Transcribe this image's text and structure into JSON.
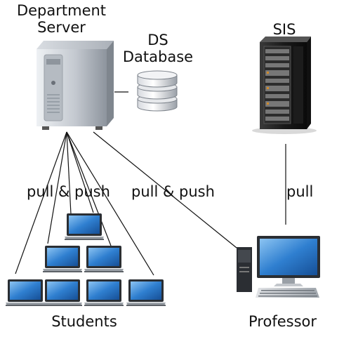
{
  "labels": {
    "department_server": [
      "Department",
      "Server"
    ],
    "ds_database": [
      "DS",
      "Database"
    ],
    "sis": "SIS",
    "pull_push_students": "pull & push",
    "pull_push_professor": "pull & push",
    "pull": "pull",
    "students": "Students",
    "professor": "Professor"
  },
  "icons": {
    "server": "server-tower-icon",
    "database": "database-icon",
    "sis": "server-rack-icon",
    "laptop": "laptop-icon",
    "desktop": "desktop-computer-icon"
  },
  "colors": {
    "screen": "#2f7fd0",
    "server_body": "#c7ccd3",
    "rack_body": "#222222",
    "line": "#111111"
  }
}
